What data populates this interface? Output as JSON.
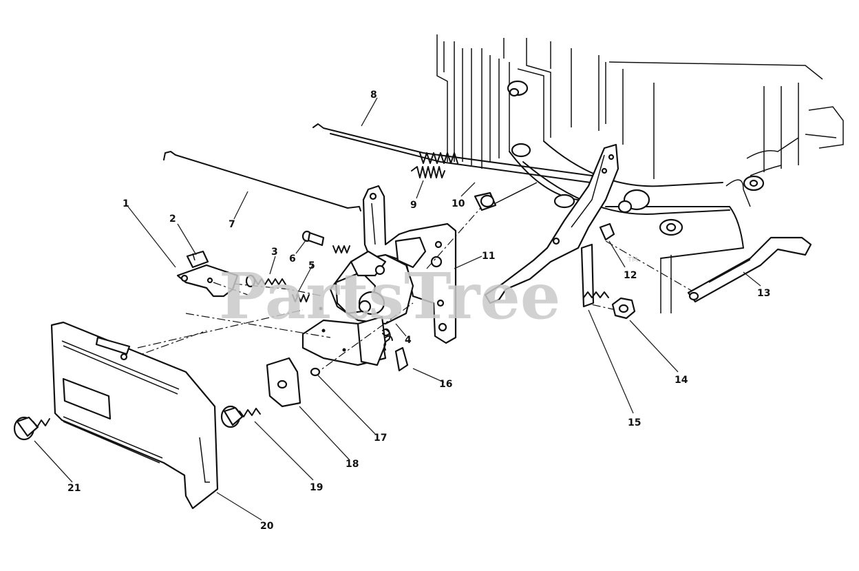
{
  "watermark": {
    "text": "PartsTree",
    "tm": "TM"
  },
  "callouts": {
    "c1": "1",
    "c2": "2",
    "c3": "3",
    "c4": "4",
    "c5": "5",
    "c6": "6",
    "c7": "7",
    "c8": "8",
    "c9": "9",
    "c10": "10",
    "c11": "11",
    "c12": "12",
    "c13": "13",
    "c14": "14",
    "c15": "15",
    "c16": "16",
    "c17": "17",
    "c18": "18",
    "c19": "19",
    "c20": "20",
    "c21": "21"
  }
}
